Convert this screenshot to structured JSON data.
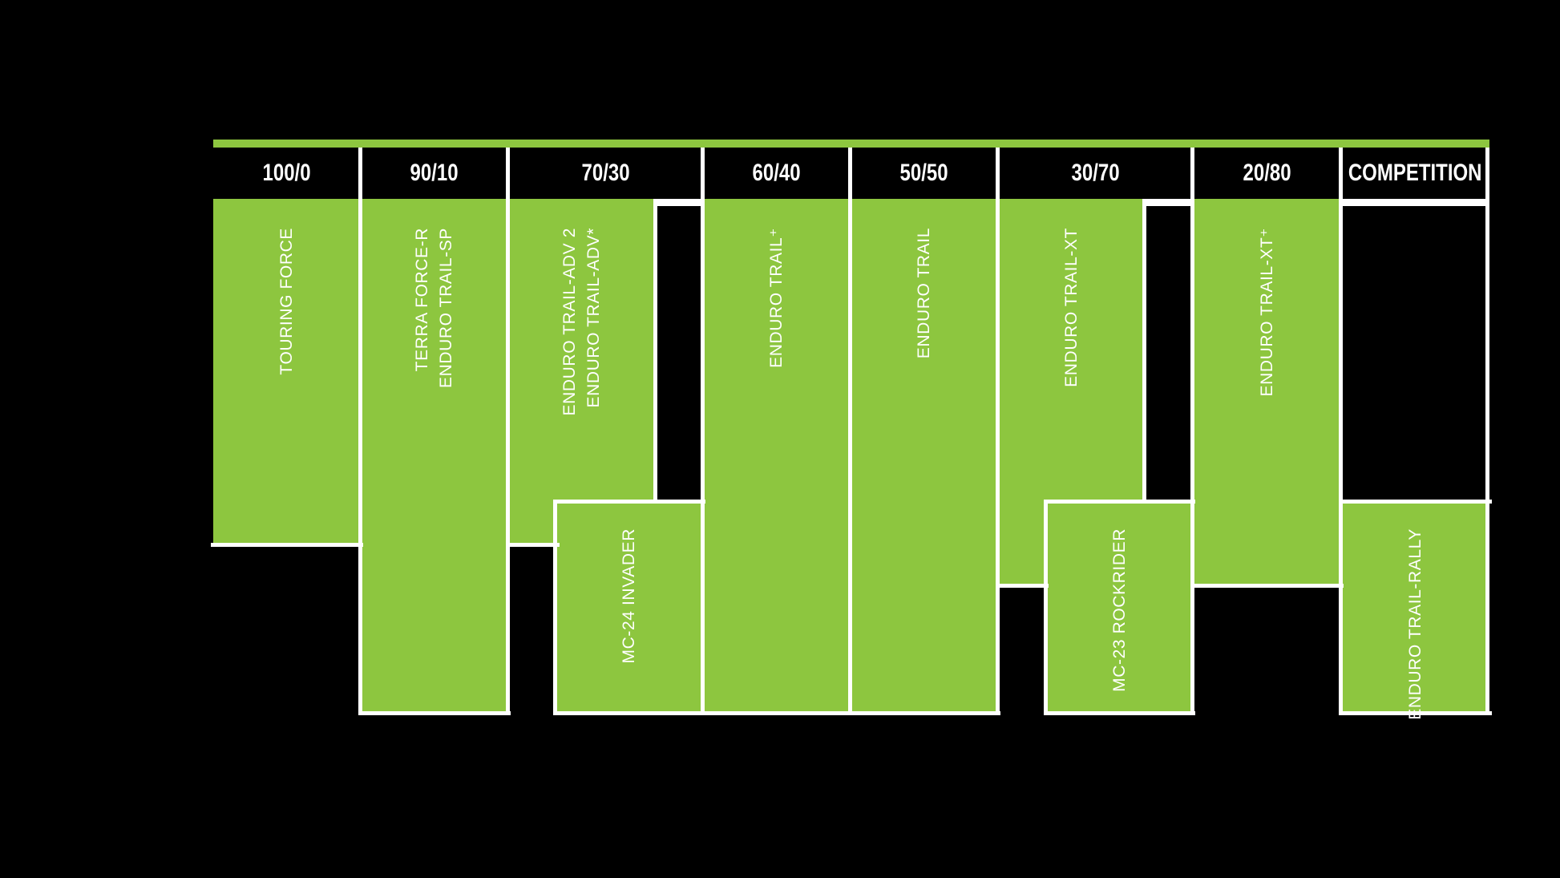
{
  "colors": {
    "background": "#000000",
    "green": "#8DC63F",
    "line": "#ffffff",
    "text": "#ffffff"
  },
  "chart_data": {
    "type": "table",
    "columns": [
      "100/0",
      "90/10",
      "70/30",
      "60/40",
      "50/50",
      "30/70",
      "20/80",
      "COMPETITION"
    ],
    "entries": [
      {
        "product": "TOURING FORCE",
        "columns": [
          "100/0"
        ],
        "position": "upper"
      },
      {
        "product": "TERRA FORCE-R / ENDURO TRAIL-SP",
        "columns": [
          "90/10"
        ],
        "position": "full"
      },
      {
        "product": "ENDURO TRAIL-ADV 2 / ENDURO TRAIL-ADV*",
        "columns": [
          "70/30"
        ],
        "position": "upper"
      },
      {
        "product": "MC-24 INVADER",
        "columns": [
          "70/30",
          "60/40"
        ],
        "position": "lower"
      },
      {
        "product": "ENDURO TRAIL+",
        "columns": [
          "60/40"
        ],
        "position": "full"
      },
      {
        "product": "ENDURO TRAIL",
        "columns": [
          "50/50"
        ],
        "position": "full"
      },
      {
        "product": "ENDURO TRAIL-XT",
        "columns": [
          "30/70"
        ],
        "position": "upper"
      },
      {
        "product": "MC-23 ROCKRIDER",
        "columns": [
          "30/70",
          "20/80"
        ],
        "position": "lower"
      },
      {
        "product": "ENDURO TRAIL-XT+",
        "columns": [
          "20/80"
        ],
        "position": "upper"
      },
      {
        "product": "ENDURO TRAIL-RALLY",
        "columns": [
          "COMPETITION"
        ],
        "position": "lower"
      }
    ]
  },
  "header": {
    "labels": [
      "100/0",
      "90/10",
      "70/30",
      "60/40",
      "50/50",
      "30/70",
      "20/80",
      "COMPETITION"
    ]
  },
  "blocks": [
    {
      "label": "TOURING FORCE"
    },
    {
      "label": "TERRA FORCE-R\nENDURO TRAIL-SP"
    },
    {
      "label": "ENDURO TRAIL-ADV 2\nENDURO TRAIL-ADV*"
    },
    {
      "label": "MC-24 INVADER"
    },
    {
      "label": "ENDURO TRAIL⁺"
    },
    {
      "label": "ENDURO TRAIL"
    },
    {
      "label": "ENDURO TRAIL-XT"
    },
    {
      "label": "MC-23 ROCKRIDER"
    },
    {
      "label": "ENDURO TRAIL-XT⁺"
    },
    {
      "label": "ENDURO TRAIL-RALLY"
    }
  ]
}
